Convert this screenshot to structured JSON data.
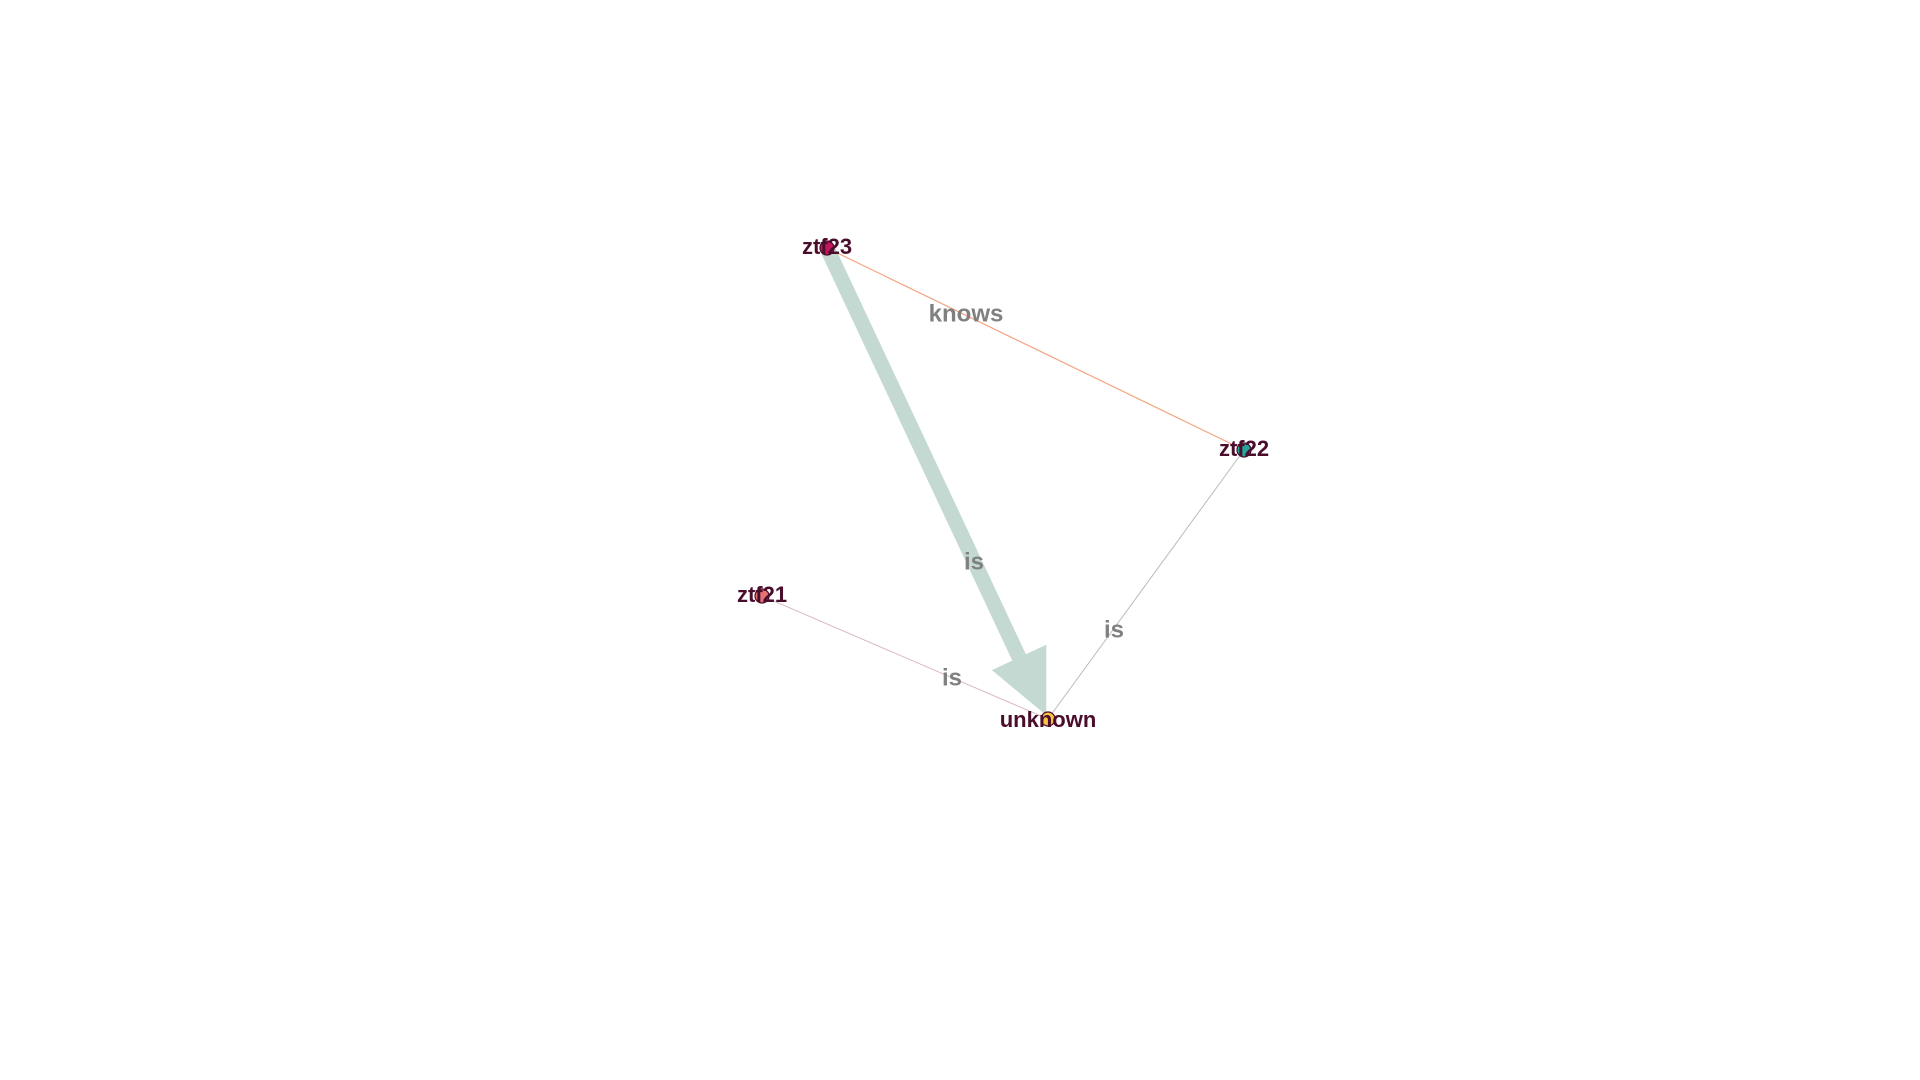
{
  "graph": {
    "nodes": [
      {
        "id": "ztf23",
        "label": "ztf23",
        "color": "#c2185b"
      },
      {
        "id": "ztf22",
        "label": "ztf22",
        "color": "#26a69a"
      },
      {
        "id": "ztf21",
        "label": "ztf21",
        "color": "#e57373"
      },
      {
        "id": "unknown",
        "label": "unknown",
        "color": "#f5c542"
      }
    ],
    "edges": [
      {
        "id": "e1",
        "source": "ztf23",
        "target": "ztf22",
        "label": "knows",
        "color": "#f4a582"
      },
      {
        "id": "e2",
        "source": "ztf23",
        "target": "unknown",
        "label": "is",
        "color": "#c3d9d2"
      },
      {
        "id": "e3",
        "source": "ztf22",
        "target": "unknown",
        "label": "is",
        "color": "#bbbbbb"
      },
      {
        "id": "e4",
        "source": "ztf21",
        "target": "unknown",
        "label": "is",
        "color": "#d9b8bf"
      }
    ],
    "label_color": "#4a0d2b",
    "edge_label_color": "#808080"
  }
}
